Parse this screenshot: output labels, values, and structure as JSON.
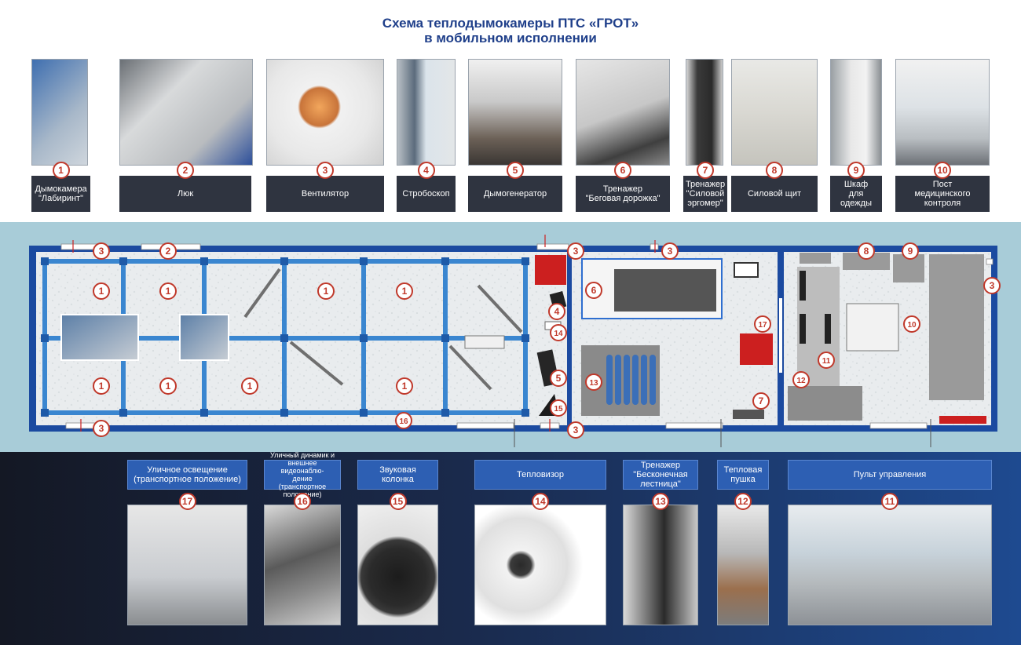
{
  "title": {
    "line1": "Схема теплодымокамеры ПТС «ГРОТ»",
    "line2": "в мобильном исполнении"
  },
  "top_items": [
    {
      "num": "1",
      "label": "Дымокамера\n\"Лабиринт\""
    },
    {
      "num": "2",
      "label": "Люк"
    },
    {
      "num": "3",
      "label": "Вентилятор"
    },
    {
      "num": "4",
      "label": "Стробоскоп"
    },
    {
      "num": "5",
      "label": "Дымогенератор"
    },
    {
      "num": "6",
      "label": "Тренажер\n\"Беговая дорожка\""
    },
    {
      "num": "7",
      "label": "Тренажер\n\"Силовой\nэргомер\""
    },
    {
      "num": "8",
      "label": "Силовой щит"
    },
    {
      "num": "9",
      "label": "Шкаф\nдля\nодежды"
    },
    {
      "num": "10",
      "label": "Пост\nмедицинского\nконтроля"
    }
  ],
  "bottom_items": [
    {
      "num": "17",
      "label": "Уличное освещение\n(транспортное положение)"
    },
    {
      "num": "16",
      "label": "Уличный динамик и\nвнешнее видеонаблю-\nдение (транспортное\nположение)"
    },
    {
      "num": "15",
      "label": "Звуковая\nколонка"
    },
    {
      "num": "14",
      "label": "Тепловизор"
    },
    {
      "num": "13",
      "label": "Тренажер\n\"Бесконечная\nлестница\""
    },
    {
      "num": "12",
      "label": "Тепловая\nпушка"
    },
    {
      "num": "11",
      "label": "Пульт управления"
    }
  ],
  "plan_markers": [
    "3",
    "2",
    "1",
    "1",
    "1",
    "1",
    "1",
    "1",
    "1",
    "1",
    "3",
    "3",
    "4",
    "14",
    "6",
    "17",
    "5",
    "13",
    "15",
    "7",
    "16",
    "3",
    "8",
    "9",
    "3",
    "10",
    "11",
    "12"
  ],
  "colors": {
    "title": "#1f3f8a",
    "badge_border": "#c0392b",
    "plan_frame": "#1b4aa0",
    "top_caption_bg": "#2f3440",
    "bottom_caption_bg": "#2d5fb3",
    "red_equipment": "#cc1f1f"
  }
}
